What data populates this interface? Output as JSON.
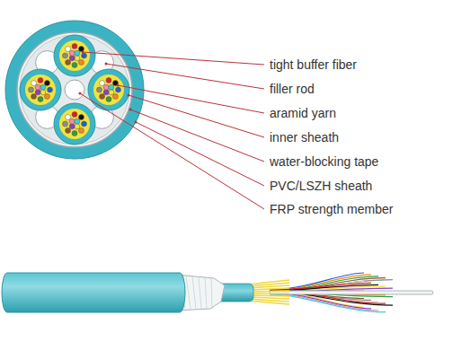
{
  "diagram": {
    "labels": [
      "tight buffer fiber",
      "filler rod",
      "aramid yarn",
      "inner sheath",
      "water-blocking tape",
      "PVC/LSZH sheath",
      "FRP strength member"
    ]
  }
}
